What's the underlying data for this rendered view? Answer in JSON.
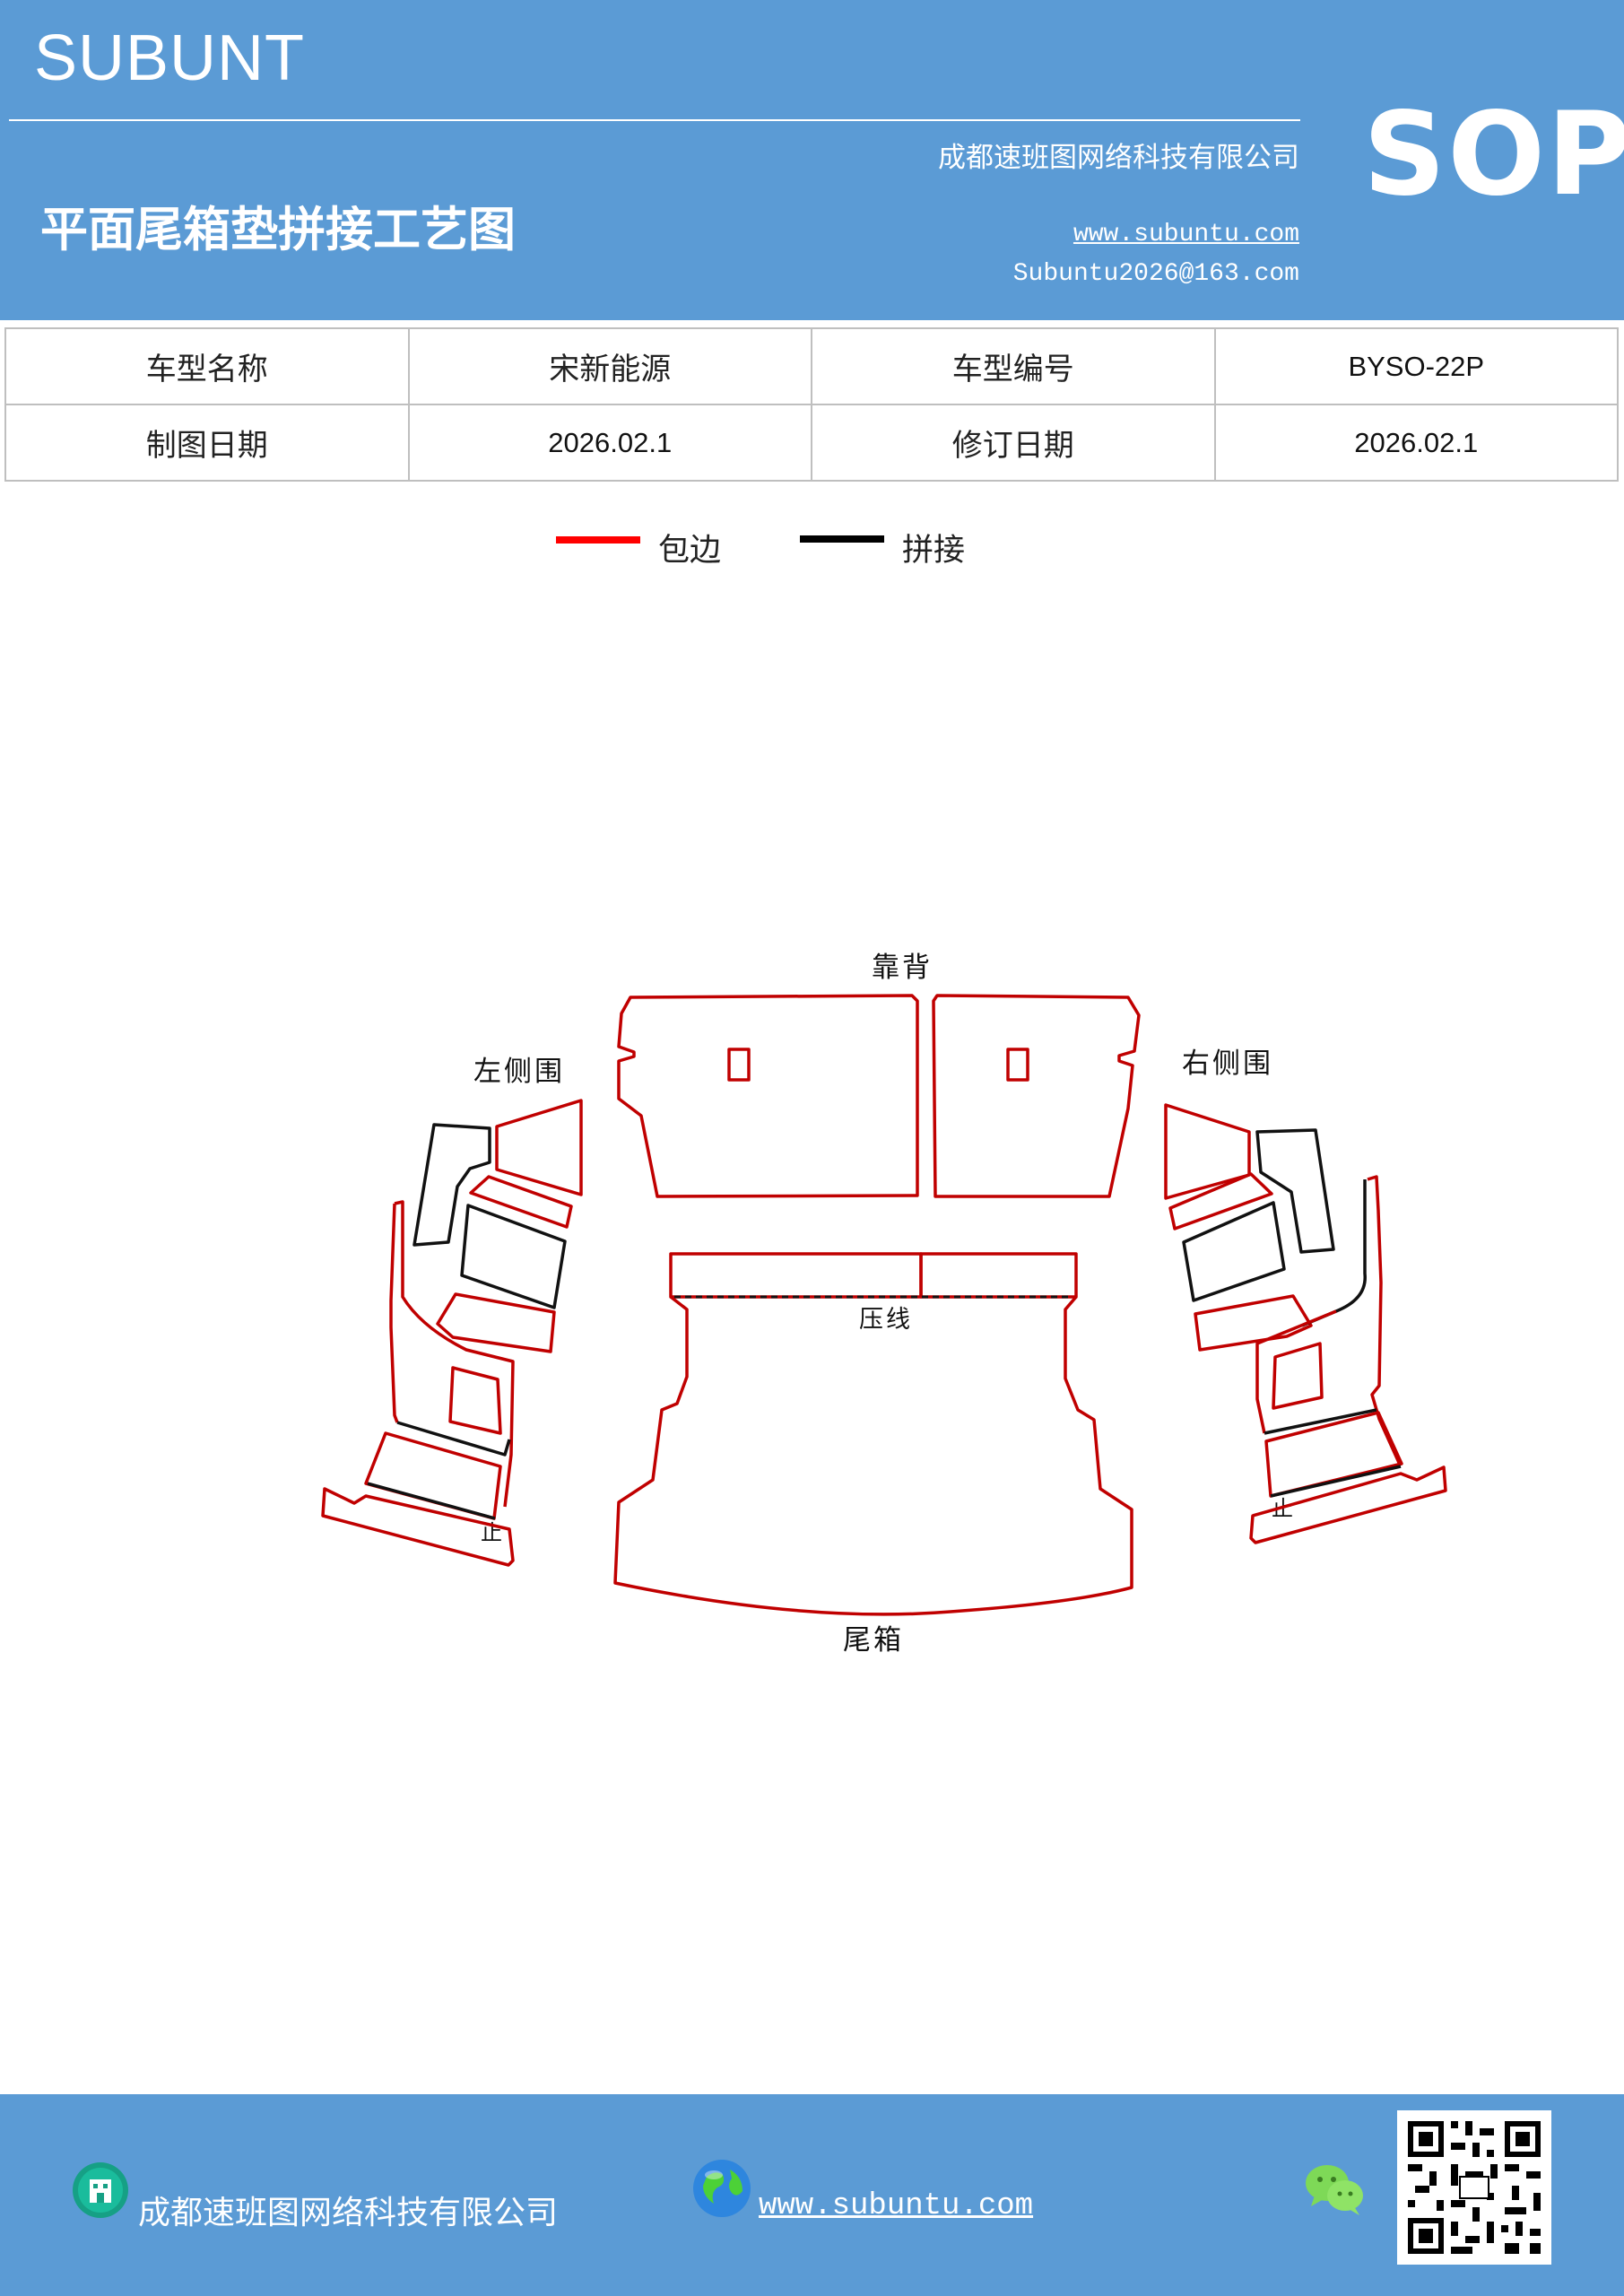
{
  "header": {
    "brand": "SUBUNT",
    "company": "成都速班图网络科技有限公司",
    "title": "平面尾箱垫拼接工艺图",
    "website": "www.subuntu.com",
    "email": "Subuntu2026@163.com",
    "badge": "SOP"
  },
  "info_table": {
    "rows": [
      [
        "车型名称",
        "宋新能源",
        "车型编号",
        "BYSO-22P"
      ],
      [
        "制图日期",
        "2026.02.1",
        "修订日期",
        "2026.02.1"
      ]
    ]
  },
  "legend": {
    "items": [
      {
        "label": "包边",
        "color": "#ff0000"
      },
      {
        "label": "拼接",
        "color": "#000000"
      }
    ]
  },
  "diagram": {
    "labels": {
      "back": "靠背",
      "left": "左侧围",
      "right": "右侧围",
      "crease": "压线",
      "trunk": "尾箱",
      "stop_left": "止",
      "stop_right": "止"
    },
    "colors": {
      "edge": "#c00000",
      "joint": "#111111"
    }
  },
  "footer": {
    "company": "成都速班图网络科技有限公司",
    "website": "www.subuntu.com",
    "icons": [
      "building-icon",
      "globe-icon",
      "wechat-icon",
      "qr-code"
    ]
  }
}
